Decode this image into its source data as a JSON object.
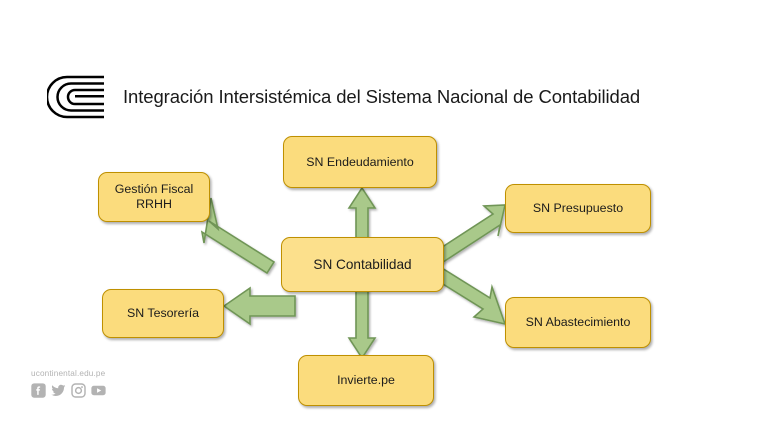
{
  "header": {
    "title": "Integración Intersistémica del Sistema Nacional de Contabilidad",
    "logo_icon": "universidad-continental-c-logo"
  },
  "diagram": {
    "center": {
      "label": "SN Contabilidad"
    },
    "nodes": [
      {
        "id": "endeudamiento",
        "label": "SN Endeudamiento"
      },
      {
        "id": "presupuesto",
        "label": "SN Presupuesto"
      },
      {
        "id": "abastecimiento",
        "label": "SN Abastecimiento"
      },
      {
        "id": "invierte",
        "label": "Invierte.pe"
      },
      {
        "id": "tesoreria",
        "label": "SN Tesorería"
      },
      {
        "id": "gestion-fiscal",
        "label": "Gestión Fiscal\nRRHH"
      }
    ],
    "gestion_fiscal_line1": "Gestión Fiscal",
    "gestion_fiscal_line2": "RRHH",
    "arrows": [
      {
        "id": "arrow-up",
        "from": "SN Contabilidad",
        "to": "SN Endeudamiento",
        "direction": "up"
      },
      {
        "id": "arrow-down",
        "from": "SN Contabilidad",
        "to": "Invierte.pe",
        "direction": "down"
      },
      {
        "id": "arrow-upleft",
        "from": "SN Contabilidad",
        "to": "Gestión Fiscal RRHH",
        "direction": "up-left"
      },
      {
        "id": "arrow-left",
        "from": "SN Contabilidad",
        "to": "SN Tesorería",
        "direction": "left"
      },
      {
        "id": "arrow-upright",
        "from": "SN Contabilidad",
        "to": "SN Presupuesto",
        "direction": "up-right"
      },
      {
        "id": "arrow-downright",
        "from": "SN Contabilidad",
        "to": "SN Abastecimiento",
        "direction": "down-right"
      }
    ]
  },
  "footer": {
    "url": "ucontinental.edu.pe",
    "social": [
      {
        "id": "facebook",
        "icon": "facebook-icon"
      },
      {
        "id": "twitter",
        "icon": "twitter-icon"
      },
      {
        "id": "instagram",
        "icon": "instagram-icon"
      },
      {
        "id": "youtube",
        "icon": "youtube-icon"
      }
    ]
  },
  "colors": {
    "node_fill": "#fbdc7d",
    "node_fill_center": "#fce08c",
    "node_border": "#bf9000",
    "arrow_fill": "#a9c98a",
    "arrow_border": "#6f9557",
    "background": "#ffffff",
    "title_text": "#1a1a1a",
    "footer_text": "#b3b3b3"
  }
}
